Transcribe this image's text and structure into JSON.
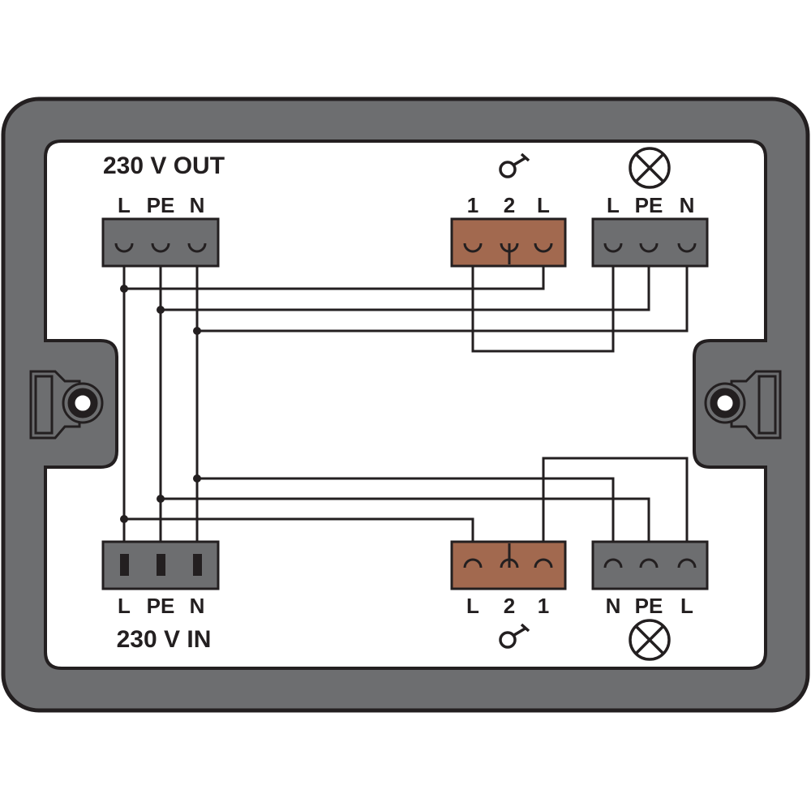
{
  "colors": {
    "housing": "#6d6e70",
    "outline": "#231f20",
    "panel": "#ffffff",
    "connector_gray": "#6d6e70",
    "connector_brown": "#a2694f",
    "wire": "#231f20"
  },
  "top_left": {
    "title": "230 V OUT",
    "pins": [
      "L",
      "PE",
      "N"
    ]
  },
  "top_switch": {
    "symbol": "switch-icon",
    "pins": [
      "1",
      "2",
      "L"
    ]
  },
  "top_lamp": {
    "symbol": "lamp-icon",
    "pins": [
      "L",
      "PE",
      "N"
    ]
  },
  "bottom_left": {
    "title": "230 V IN",
    "pins": [
      "L",
      "PE",
      "N"
    ]
  },
  "bottom_switch": {
    "symbol": "switch-icon",
    "pins": [
      "L",
      "2",
      "1"
    ]
  },
  "bottom_lamp": {
    "symbol": "lamp-icon",
    "pins": [
      "N",
      "PE",
      "L"
    ]
  }
}
